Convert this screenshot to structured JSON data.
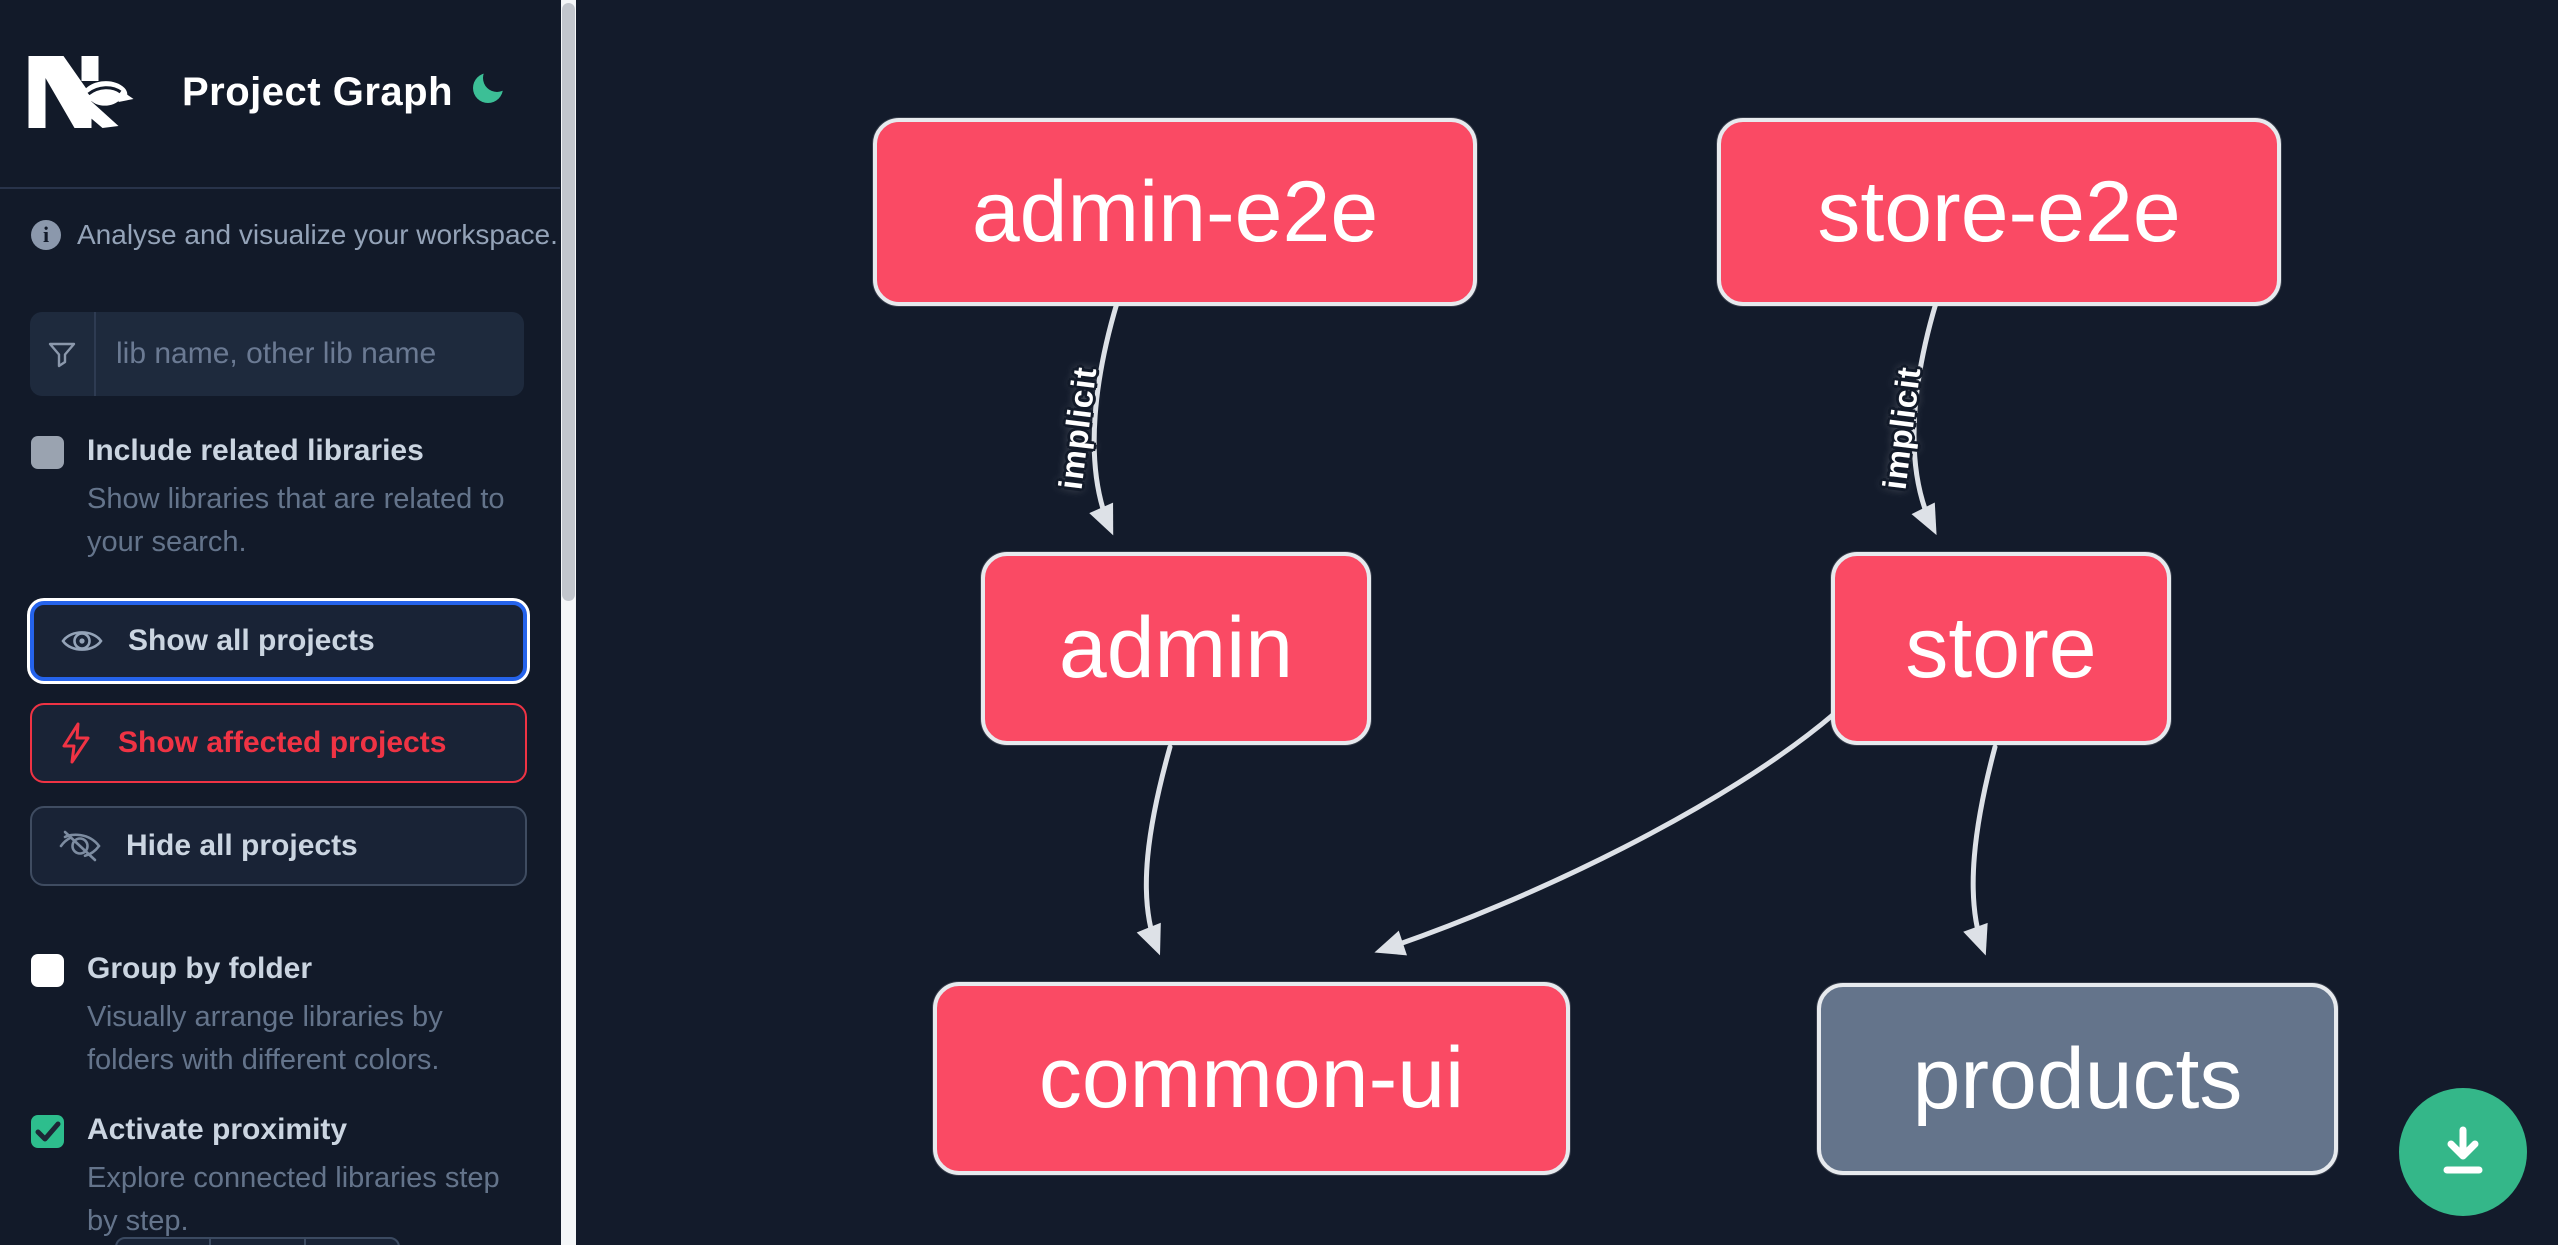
{
  "header": {
    "title": "Project Graph",
    "logo": "nx-logo",
    "theme_toggle_icon": "moon-icon"
  },
  "sidebar": {
    "tagline": "Analyse and visualize your workspace.",
    "search": {
      "placeholder": "lib name, other lib name",
      "value": "",
      "icon": "filter-funnel-icon"
    },
    "toggles": [
      {
        "label": "Include related libraries",
        "description": "Show libraries that are related to your search.",
        "checked": false,
        "state": "disabled"
      },
      {
        "label": "Group by folder",
        "description": "Visually arrange libraries by folders with different colors.",
        "checked": false,
        "state": "enabled"
      },
      {
        "label": "Activate proximity",
        "description": "Explore connected libraries step by step.",
        "checked": true,
        "state": "enabled"
      }
    ],
    "buttons": [
      {
        "label": "Show all projects",
        "icon": "eye-icon",
        "state": "focused"
      },
      {
        "label": "Show affected projects",
        "icon": "bolt-icon",
        "state": "danger"
      },
      {
        "label": "Hide all projects",
        "icon": "eye-off-icon",
        "state": "default"
      }
    ]
  },
  "graph": {
    "nodes": [
      {
        "label": "admin-e2e",
        "highlighted": true
      },
      {
        "label": "store-e2e",
        "highlighted": true
      },
      {
        "label": "admin",
        "highlighted": true
      },
      {
        "label": "store",
        "highlighted": true
      },
      {
        "label": "common-ui",
        "highlighted": true
      },
      {
        "label": "products",
        "highlighted": false
      }
    ],
    "edges": [
      {
        "from": "admin-e2e",
        "to": "admin",
        "label": "implicit"
      },
      {
        "from": "store-e2e",
        "to": "store",
        "label": "implicit"
      },
      {
        "from": "admin",
        "to": "common-ui",
        "label": ""
      },
      {
        "from": "store",
        "to": "common-ui",
        "label": ""
      },
      {
        "from": "store",
        "to": "products",
        "label": ""
      }
    ]
  },
  "fab": {
    "icon": "download-icon"
  },
  "colors": {
    "background": "#131b2b",
    "sidebar_background": "#121a29",
    "node_highlighted": "#fa4a64",
    "node_muted": "#64748b",
    "node_border": "#e7eaee",
    "edge": "#dde1e7",
    "accent_green": "#34b789",
    "focus_blue": "#2563eb",
    "danger_red": "#ef3344",
    "text_primary": "#ffffff",
    "text_secondary": "#cbd5e1",
    "text_muted": "#64748b"
  }
}
